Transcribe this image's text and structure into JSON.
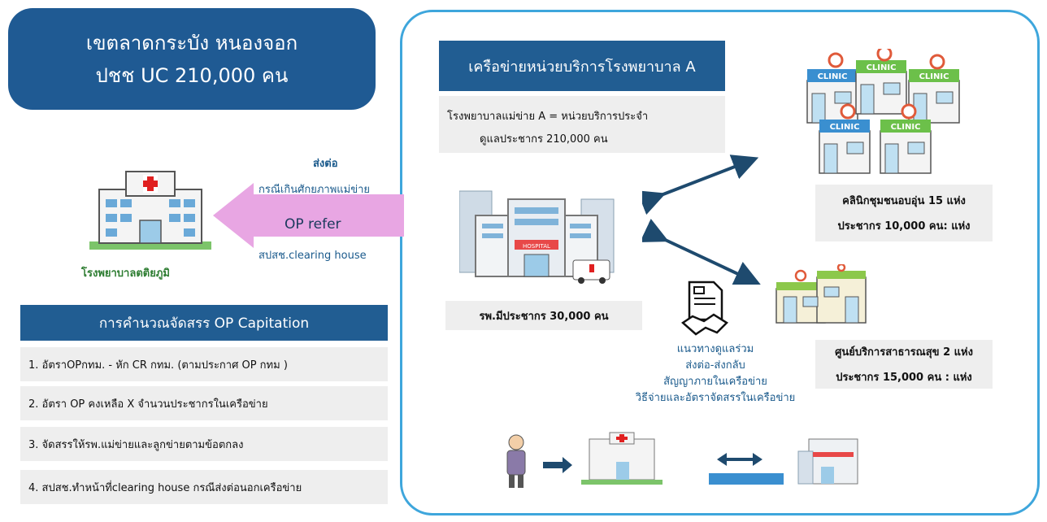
{
  "title": {
    "line1": "เขตลาดกระบัง หนองจอก",
    "line2": "ปชช UC 210,000 คน"
  },
  "network": {
    "title": "เครือข่ายหน่วยบริการโรงพยาบาล A",
    "main_desc_line1": "โรงพยาบาลแม่ข่าย A = หน่วยบริการประจำ",
    "main_desc_line2": "ดูแลประชากร 210,000 คน",
    "hospital_label": "รพ.มีประชากร 30,000 คน",
    "clinic_label_line1": "คลินิกชุมชนอบอุ่น 15 แห่ง",
    "clinic_label_line2": "ประชากร 10,000 คน: แห่ง",
    "health_center_line1": "ศูนย์บริการสาธารณสุข 2 แห่ง",
    "health_center_line2": "ประชากร 15,000 คน : แห่ง",
    "clinic_sign": "CLINIC",
    "hospital_sign": "HOSPITAL",
    "guide_lines": [
      "แนวทางดูแลร่วม",
      "ส่งต่อ-ส่งกลับ",
      "สัญญาภายในเครือข่าย",
      "วิธีจ่ายและอัตราจัดสรรในเครือข่าย"
    ]
  },
  "referral": {
    "line1": "ส่งต่อ",
    "line2": "กรณีเกินศักยภาพแม่ข่าย",
    "arrow_label": "OP refer",
    "line3": "สปสช.clearing house",
    "tertiary_label": "โรงพยาบาลตติยภูมิ"
  },
  "calc": {
    "header": "การคำนวณจัดสรร OP Capitation",
    "items": [
      "1. อัตราOPกทม. - หัก CR กทม. (ตามประกาศ OP กทม )",
      "2. อัตรา OP คงเหลือ X จำนวนประชากรในเครือข่าย",
      "3. จัดสรรให้รพ.แม่ข่ายและลูกข่ายตามข้อตกลง",
      "4. สปสช.ทำหน้าที่clearing house กรณีส่งต่อนอกเครือข่าย"
    ]
  },
  "colors": {
    "dark_blue": "#1f5a93",
    "frame_blue": "#3ea6dc",
    "pink_arrow": "#e8a6e3",
    "clinic_green": "#6cc04a",
    "clinic_blue": "#3a8fd0",
    "arrow_navy": "#1e4a6e"
  },
  "icons": [
    "hospital-icon",
    "clinic-icon",
    "handshake-icon",
    "person-icon",
    "double-arrow-icon"
  ]
}
